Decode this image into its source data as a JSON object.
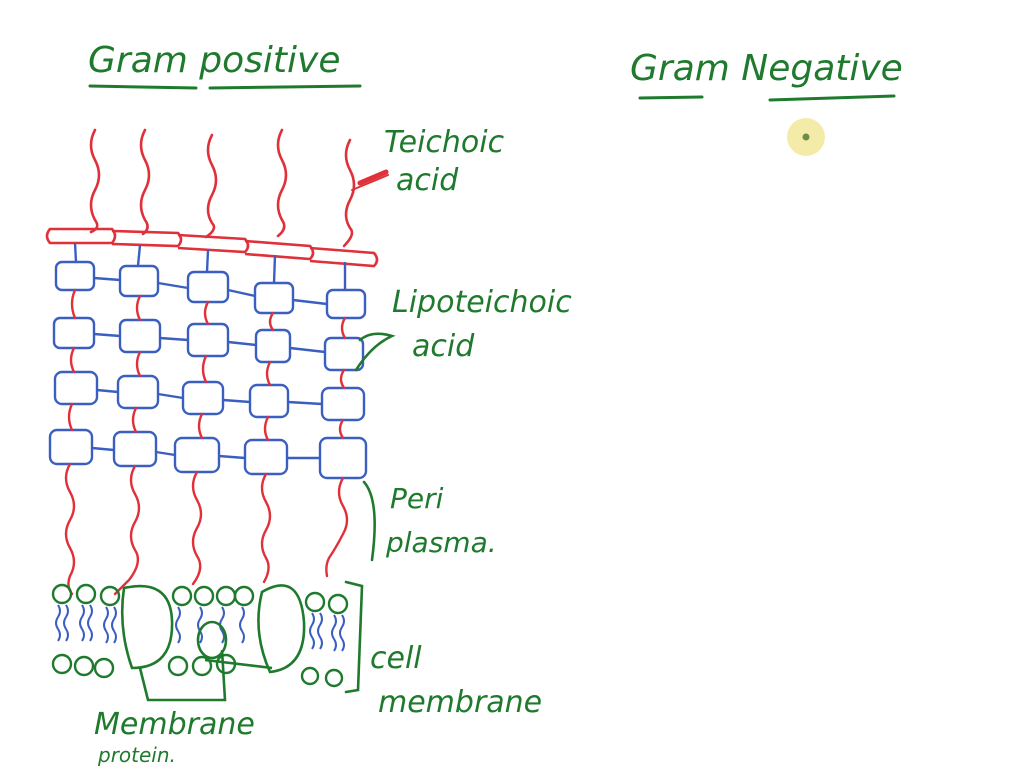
{
  "headings": {
    "left": "Gram positive",
    "right": "Gram Negative"
  },
  "labels": {
    "teichoic_line1": "Teichoic",
    "teichoic_line2": "acid",
    "lipo_line1": "Lipoteichoic",
    "lipo_line2": "acid",
    "peri_line1": "Peri",
    "peri_line2": "plasma.",
    "cell_line1": "cell",
    "cell_line2": "membrane",
    "protein_line1": "Membrane",
    "protein_line2": "protein."
  },
  "colors": {
    "ink_green": "#1f7a2e",
    "ink_red": "#e0303a",
    "ink_blue": "#3a5fc0",
    "cursor": "#f2e89a"
  }
}
